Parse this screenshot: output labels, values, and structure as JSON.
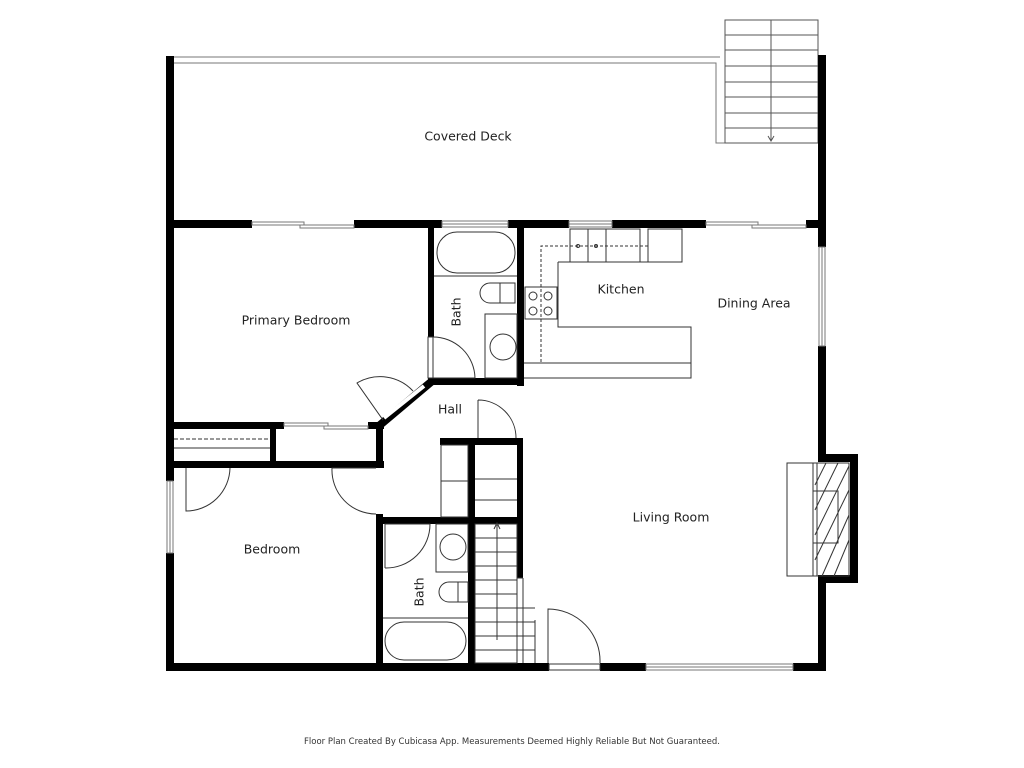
{
  "floorplan": {
    "rooms": {
      "covered_deck": "Covered Deck",
      "primary_bedroom": "Primary Bedroom",
      "bath_upper": "Bath",
      "kitchen": "Kitchen",
      "dining_area": "Dining Area",
      "hall": "Hall",
      "bedroom": "Bedroom",
      "bath_lower": "Bath",
      "living_room": "Living Room"
    },
    "colors": {
      "wall": "#000000",
      "fixture_line": "#333333",
      "window": "#888888",
      "background": "#ffffff"
    }
  },
  "footer": {
    "disclaimer": "Floor Plan Created By Cubicasa App. Measurements Deemed Highly Reliable But Not Guaranteed."
  }
}
